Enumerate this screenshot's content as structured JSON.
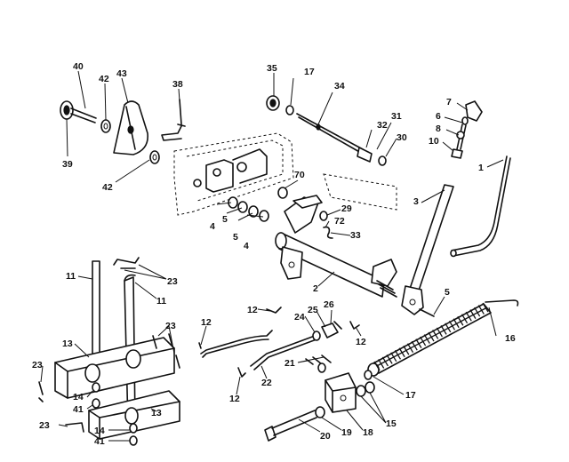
{
  "diagram": {
    "callouts": {
      "c40": "40",
      "c42a": "42",
      "c43": "43",
      "c38": "38",
      "c39": "39",
      "c42b": "42",
      "c35": "35",
      "c17a": "17",
      "c34": "34",
      "c32": "32",
      "c31": "31",
      "c30": "30",
      "c7": "7",
      "c6": "6",
      "c8": "8",
      "c10": "10",
      "c1": "1",
      "c3": "3",
      "c70": "70",
      "c29": "29",
      "c72": "72",
      "c33": "33",
      "c4a": "4",
      "c5a": "5",
      "c5b": "5",
      "c4b": "4",
      "c2": "2",
      "c5c": "5",
      "c11a": "11",
      "c23a": "23",
      "c11b": "11",
      "c12a": "12",
      "c23b": "23",
      "c12b": "12",
      "c24": "24",
      "c25": "25",
      "c26": "26",
      "c12c": "12",
      "c16": "16",
      "c13a": "13",
      "c23c": "23",
      "c21": "21",
      "c22": "22",
      "c12d": "12",
      "c17b": "17",
      "c14a": "14",
      "c41a": "41",
      "c13b": "13",
      "c15": "15",
      "c23d": "23",
      "c14b": "14",
      "c41b": "41",
      "c20": "20",
      "c19": "19",
      "c18": "18"
    }
  }
}
